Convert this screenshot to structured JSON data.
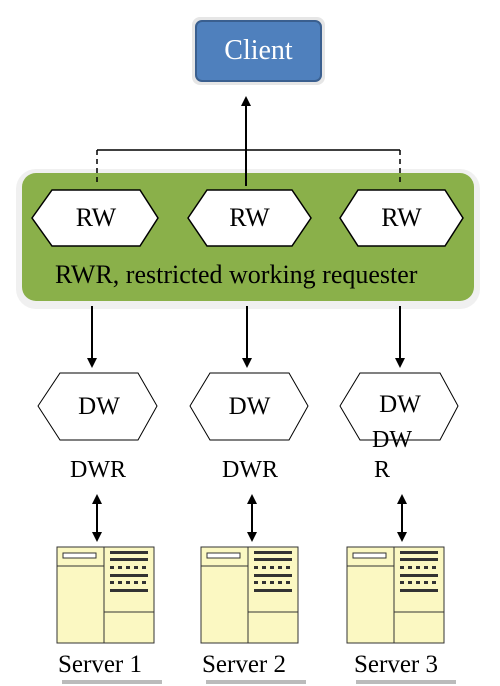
{
  "client": {
    "label": "Client"
  },
  "rwr": {
    "nodes": [
      {
        "label": "RW"
      },
      {
        "label": "RW"
      },
      {
        "label": "RW"
      }
    ],
    "caption": "RWR, restricted working requester"
  },
  "dw_nodes": [
    {
      "label": "DW",
      "sublabel": "DWR"
    },
    {
      "label": "DW",
      "sublabel": "DWR"
    },
    {
      "label": "DW",
      "sublabel_line1": "DW",
      "sublabel_line2": "R"
    }
  ],
  "servers": [
    {
      "label": "Server 1"
    },
    {
      "label": "Server 2"
    },
    {
      "label": "Server 3"
    }
  ],
  "colors": {
    "client_fill": "#4f80bd",
    "client_border": "#3a5f8f",
    "rwr_fill": "#8ab04a",
    "server_fill": "#fbf8c2"
  }
}
